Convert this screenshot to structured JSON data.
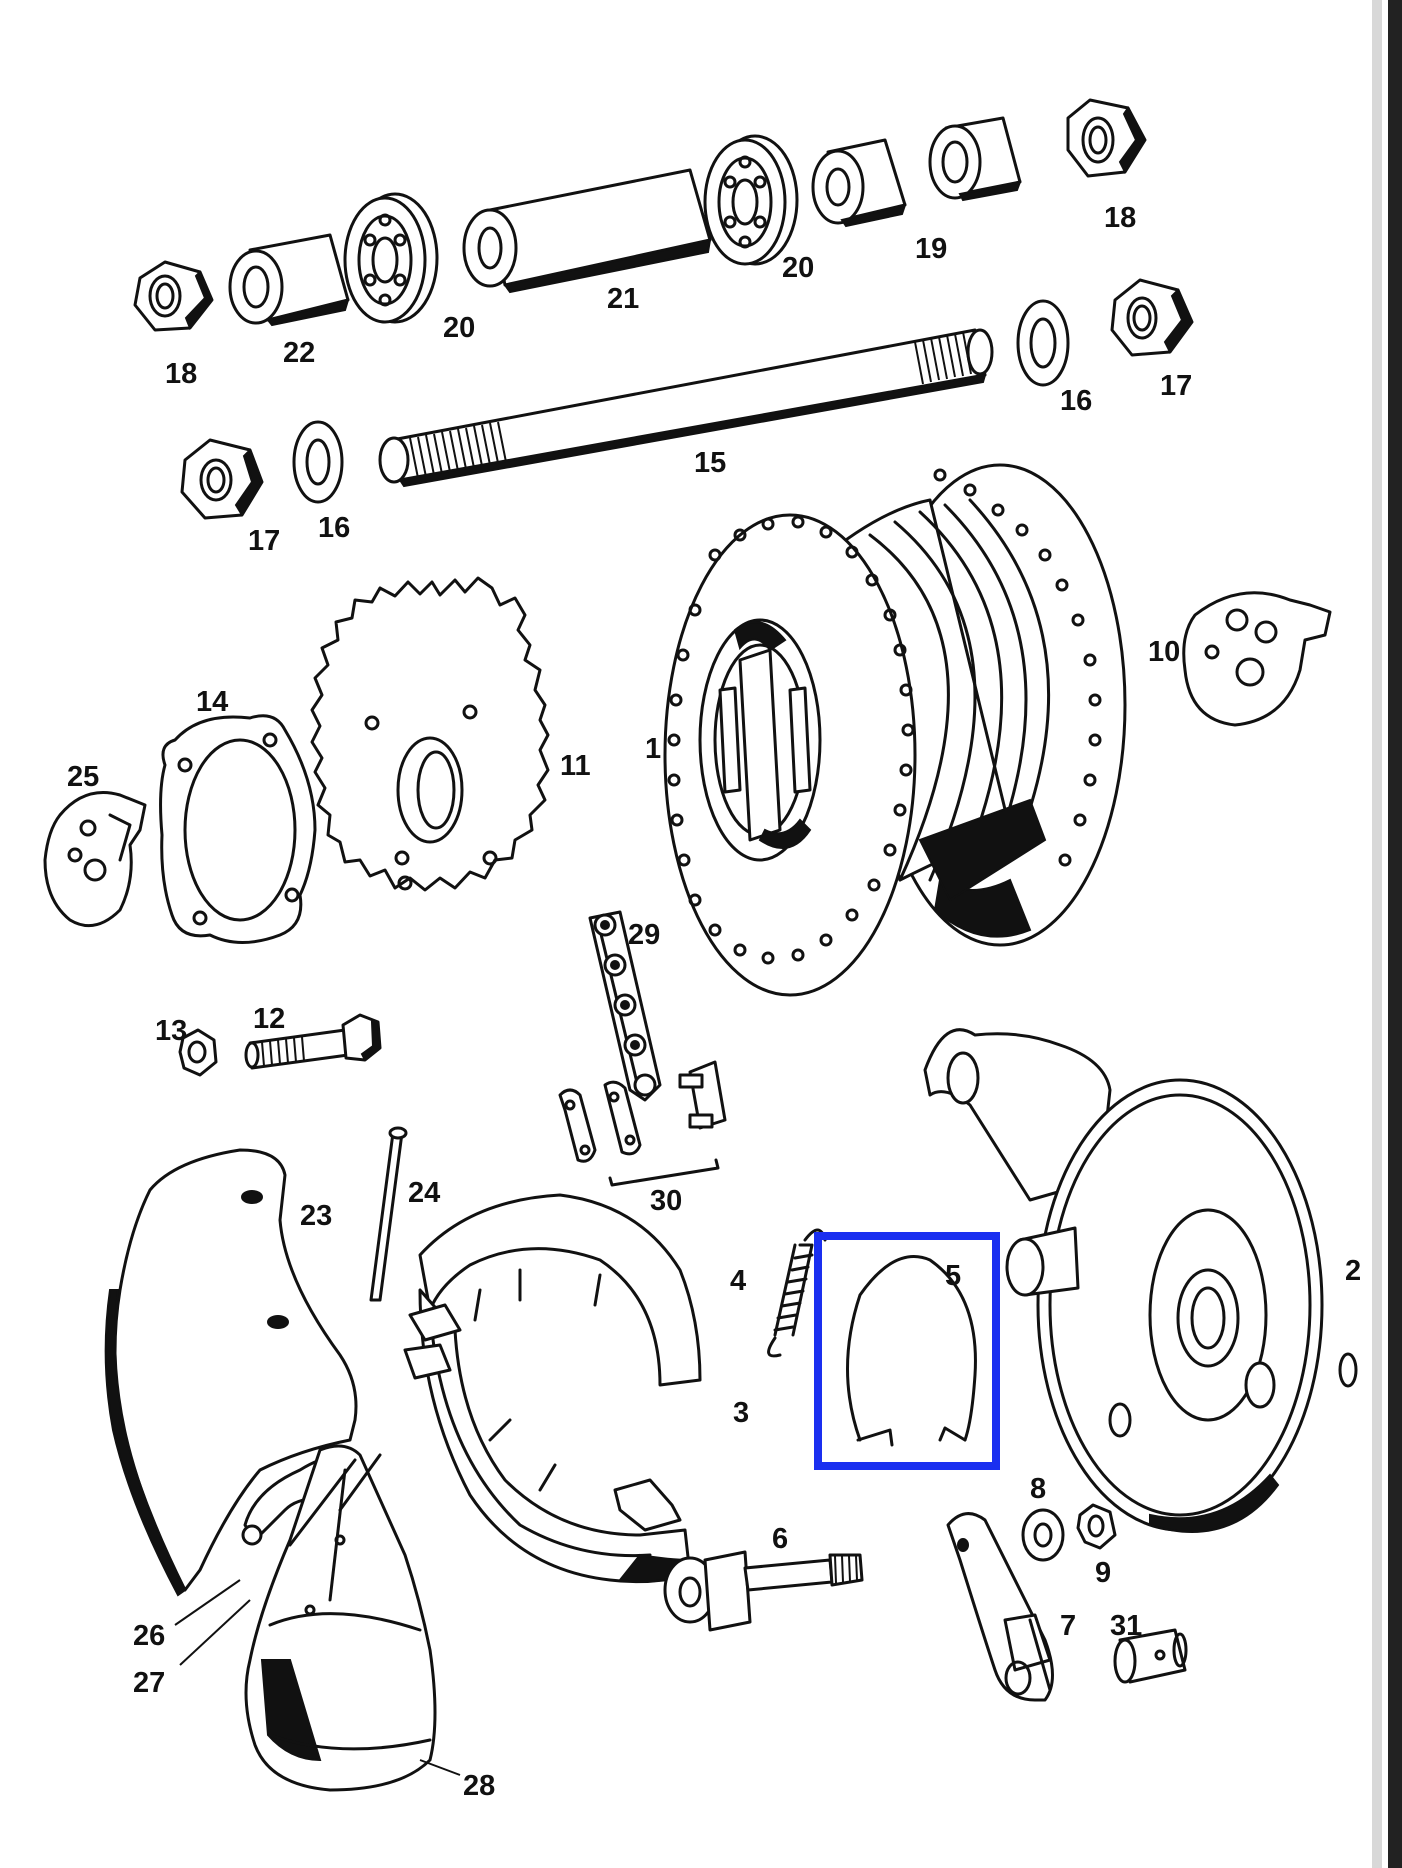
{
  "highlight_color": "#1a2ff0",
  "highlighted_part": "5",
  "labels": {
    "p1": "1",
    "p2": "2",
    "p3": "3",
    "p4": "4",
    "p5": "5",
    "p6": "6",
    "p7": "7",
    "p8": "8",
    "p9": "9",
    "p10": "10",
    "p11": "11",
    "p12": "12",
    "p13": "13",
    "p14": "14",
    "p15": "15",
    "p16a": "16",
    "p16b": "16",
    "p17a": "17",
    "p17b": "17",
    "p18a": "18",
    "p18b": "18",
    "p19": "19",
    "p20a": "20",
    "p20b": "20",
    "p21": "21",
    "p22": "22",
    "p23": "23",
    "p24": "24",
    "p25": "25",
    "p26": "26",
    "p27": "27",
    "p28": "28",
    "p29": "29",
    "p30": "30",
    "p31": "31"
  }
}
